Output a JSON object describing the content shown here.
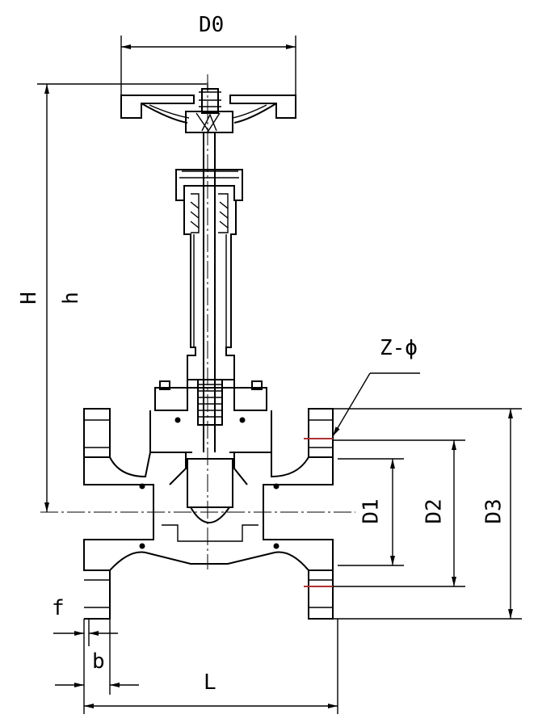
{
  "dimensions": {
    "handwheel_diameter": "D0",
    "overall_height": "H",
    "center_to_top": "h",
    "bolt_holes": "Z-ϕ",
    "bore_diameter": "D1",
    "raised_face_diameter": "D2",
    "flange_diameter": "D3",
    "flange_thickness": "b",
    "raised_face_height": "f",
    "face_to_face_length": "L"
  },
  "colors": {
    "line": "#000000",
    "bolt_hole_marker": "#b03030",
    "background": "#ffffff"
  }
}
